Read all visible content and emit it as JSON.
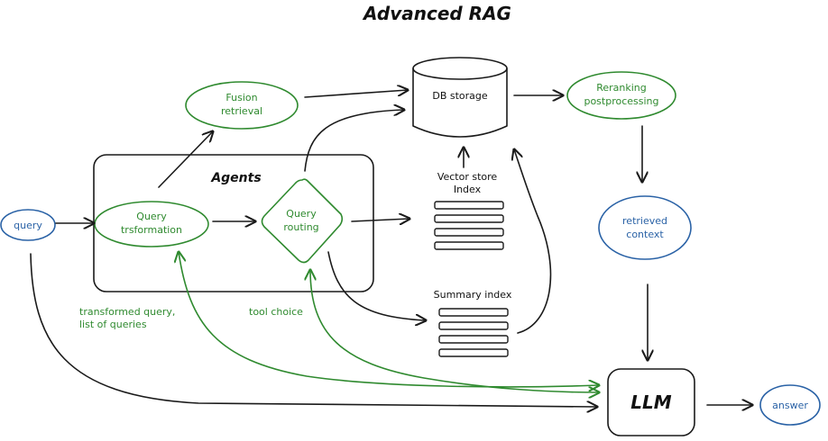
{
  "title": "Advanced RAG",
  "nodes": {
    "query": "query",
    "agents": "Agents",
    "query_transformation": [
      "Query",
      "trsformation"
    ],
    "query_routing": [
      "Query",
      "routing"
    ],
    "fusion_retrieval": [
      "Fusion",
      "retrieval"
    ],
    "db_storage": "DB storage",
    "vector_store_index": [
      "Vector store",
      "Index"
    ],
    "summary_index": "Summary index",
    "reranking": [
      "Reranking",
      "postprocessing"
    ],
    "retrieved_context": [
      "retrieved",
      "context"
    ],
    "llm": "LLM",
    "answer": "answer"
  },
  "annotations": {
    "transformed_query": [
      "transformed query,",
      "list of queries"
    ],
    "tool_choice": "tool choice"
  },
  "colors": {
    "ink": "#1a1a1a",
    "green": "#2f8a2f",
    "blue": "#2a62a6"
  }
}
